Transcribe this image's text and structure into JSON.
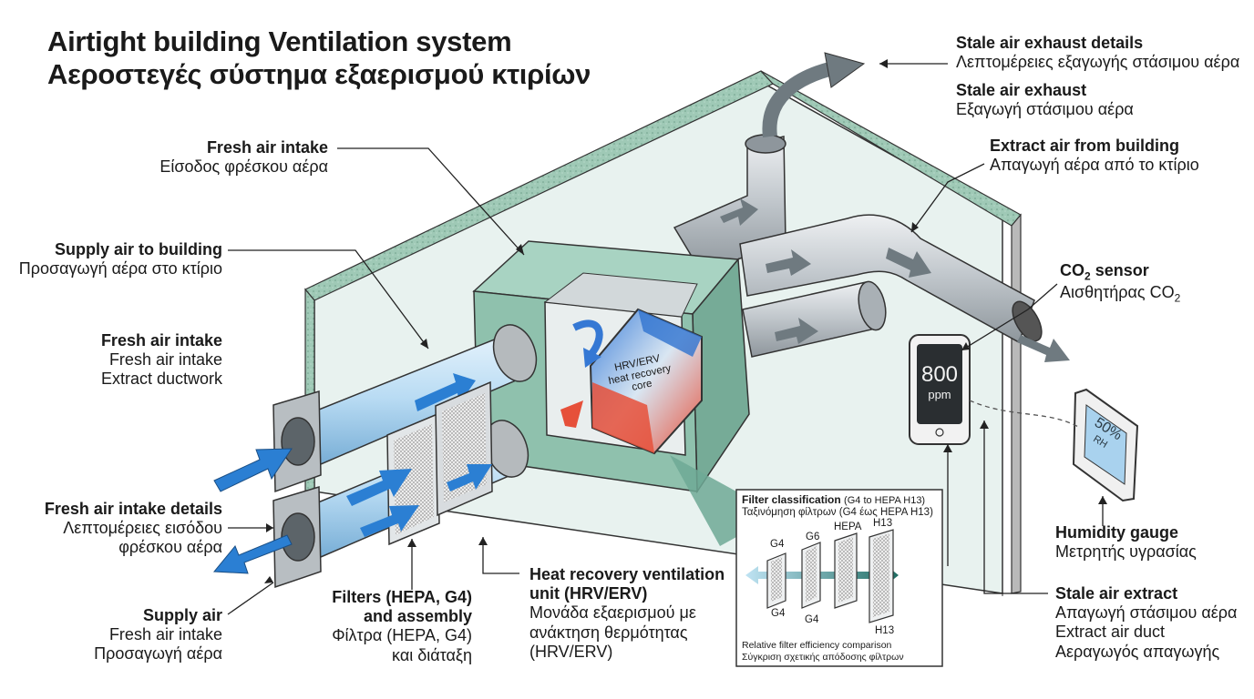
{
  "title": {
    "line1": "Airtight building Ventilation system",
    "line2": "Αεροστεγές σύστημα εξαερισμού κτιρίων"
  },
  "labels": {
    "stale_exhaust_details": {
      "en": "Stale air exhaust details",
      "el": "Λεπτομέρειες εξαγωγής στάσιμου αέρα"
    },
    "stale_exhaust": {
      "en": "Stale air exhaust",
      "el": "Εξαγωγή στάσιμου αέρα"
    },
    "extract_from_building": {
      "en": "Extract air from building",
      "el": "Απαγωγή αέρα από το κτίριο"
    },
    "fresh_intake_top": {
      "en": "Fresh air intake",
      "el": "Είσοδος φρέσκου αέρα"
    },
    "supply_to_building": {
      "en": "Supply air to building",
      "el": "Προσαγωγή αέρα στο κτίριο"
    },
    "fresh_intake_mid": {
      "en": "Fresh air intake",
      "l2": "Fresh air intake",
      "l3": "Extract ductwork"
    },
    "fresh_intake_details": {
      "en": "Fresh air intake details",
      "l2": "Λεπτομέρειες εισόδου",
      "l3": "φρέσκου αέρα"
    },
    "supply_air": {
      "en": "Supply air",
      "l2": "Fresh air intake",
      "l3": "Προσαγωγή αέρα"
    },
    "filters": {
      "l1": "Filters (HEPA, G4)",
      "l2": "and assembly",
      "l3": "Φίλτρα (HEPA, G4)",
      "l4": "και διάταξη"
    },
    "hrv_unit": {
      "l1": "Heat recovery ventilation",
      "l2": "unit (HRV/ERV)",
      "l3": "Μονάδα εξαερισμού με",
      "l4": "ανάκτηση θερμότητας",
      "l5": "(HRV/ERV)"
    },
    "co2_sensor": {
      "en_prefix": "CO",
      "en_sub": "2",
      "en_suffix": " sensor",
      "el_prefix": "Αισθητήρας CO",
      "el_sub": "2"
    },
    "humidity_gauge": {
      "en": "Humidity gauge",
      "el": "Μετρητής υγρασίας"
    },
    "stale_extract": {
      "en": "Stale air extract",
      "l2": "Απαγωγή στάσιμου αέρα",
      "l3": "Extract air duct",
      "l4": "Αεραγωγός απαγωγής"
    }
  },
  "core_label": {
    "l1": "HRV/ERV",
    "l2": "heat recovery",
    "l3": "core"
  },
  "co2_display": {
    "value": "800",
    "unit": "ppm"
  },
  "humidity_display": {
    "value": "50%",
    "unit": "RH"
  },
  "filter_panel": {
    "title": "Filter classification",
    "title_note": "(G4 to HEPA H13)",
    "subtitle": "Ταξινόμηση φίλτρων (G4 έως HEPA H13)",
    "top_labels": [
      "G4",
      "G6",
      "HEPA",
      "H13"
    ],
    "bottom_labels": [
      "G4",
      "G4",
      "H13"
    ],
    "caption_en": "Relative filter efficiency comparison",
    "caption_el": "Σύγκριση σχετικής απόδοσης φίλτρων"
  },
  "colors": {
    "wall": "#e6f1ee",
    "wall_edge": "#8fbdaa",
    "unit": "#86b9a6",
    "duct": "#c9ced2",
    "supply_blue": "#2b7fd3",
    "warm_red": "#e85a3c",
    "arrow_gray": "#6f7a80"
  }
}
